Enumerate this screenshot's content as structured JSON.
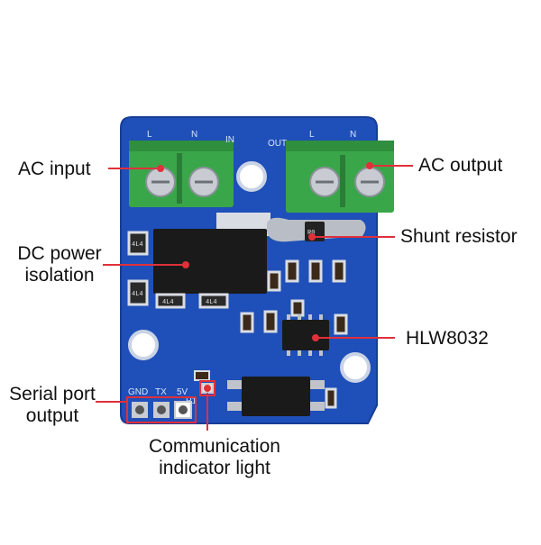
{
  "labels": {
    "ac_input": "AC input",
    "ac_output": "AC output",
    "dc_power_isolation_1": "DC power",
    "dc_power_isolation_2": "isolation",
    "shunt_resistor": "Shunt resistor",
    "hlw8032": "HLW8032",
    "serial_port_1": "Serial port",
    "serial_port_2": "output",
    "comm_light_1": "Communication",
    "comm_light_2": "indicator light"
  },
  "silkscreen": {
    "l_left": "L",
    "n_left": "N",
    "in": "IN",
    "out": "OUT",
    "l_right": "L",
    "n_right": "N",
    "gnd": "GND",
    "tx": "TX",
    "5v": "5V",
    "p1": "P1",
    "r_code": "R0",
    "r_small_1": "4L4",
    "r_small_2": "4L4",
    "r_small_3": "4L4",
    "r_small_4": "4L4"
  },
  "colors": {
    "pcb": "#1f4fb8",
    "pcb_dark": "#173e96",
    "terminal": "#3aa64a",
    "callout": "#e0303a",
    "ic": "#1a1a1a"
  }
}
